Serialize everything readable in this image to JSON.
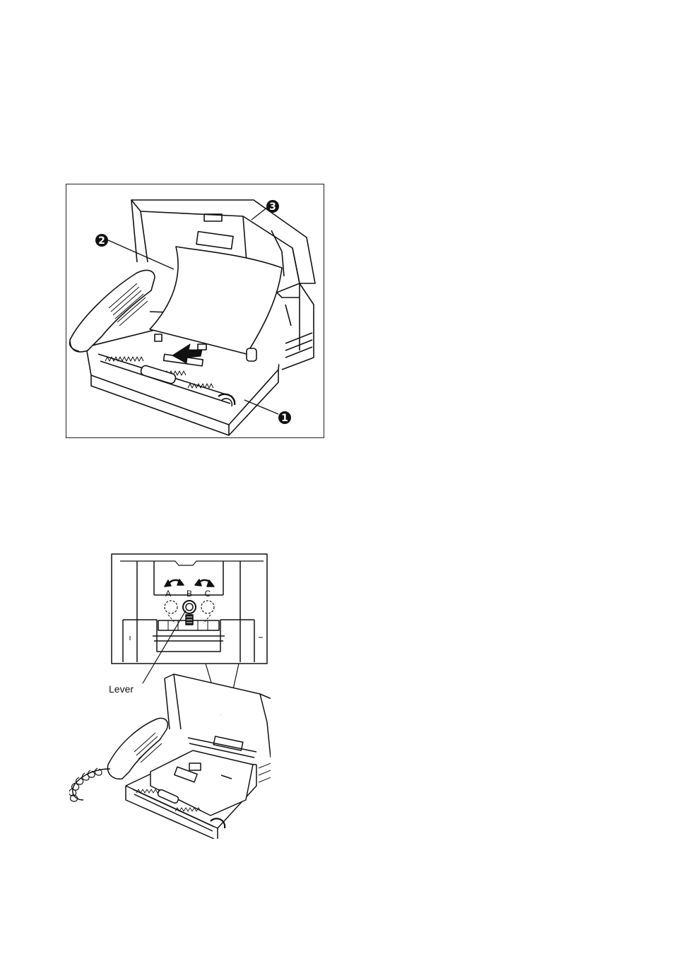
{
  "figure1": {
    "callouts": {
      "one": "1",
      "two": "2",
      "three": "3"
    }
  },
  "figure2": {
    "positions": {
      "a": "A",
      "b": "B",
      "c": "C"
    },
    "lever_label": "Lever"
  },
  "icons": [
    "fax-machine-illustration",
    "recording-paper-illustration",
    "lever-detail-illustration",
    "direction-arrow-icon"
  ]
}
